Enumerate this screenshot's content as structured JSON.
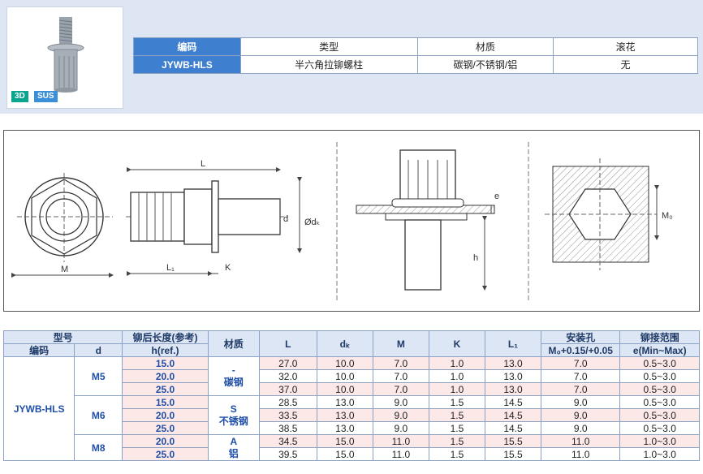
{
  "badges": {
    "b3d": "3D",
    "sus": "SUS"
  },
  "spec": {
    "headers": [
      "编码",
      "类型",
      "材质",
      "滚花"
    ],
    "row": [
      "JYWB-HLS",
      "半六角拉铆螺柱",
      "碳钢/不锈钢/铝",
      "无"
    ]
  },
  "drawing": {
    "labels": {
      "M": "M",
      "L": "L",
      "L1": "L₁",
      "K": "K",
      "d": "d",
      "dk": "Ødₖ",
      "e": "e",
      "h": "h",
      "M0": "M₀"
    }
  },
  "main": {
    "h_model": "型号",
    "h_code": "编码",
    "h_d": "d",
    "h_hlen": "铆后长度(参考)",
    "h_hlen2": "h(ref.)",
    "h_mat": "材质",
    "h_L": "L",
    "h_dk": "dₖ",
    "h_M": "M",
    "h_K": "K",
    "h_L1": "L₁",
    "h_hole": "安装孔",
    "h_hole2": "M₀+0.15/+0.05",
    "h_range": "铆接范围",
    "h_range2": "e(Min~Max)",
    "code": "JYWB-HLS",
    "d_values": [
      "M5",
      "M6",
      "M8"
    ],
    "materials": [
      {
        "code": "-",
        "name": "碳钢"
      },
      {
        "code": "S",
        "name": "不锈钢"
      },
      {
        "code": "A",
        "name": "铝"
      }
    ],
    "rows": [
      {
        "h": "15.0",
        "L": "27.0",
        "dk": "10.0",
        "M": "7.0",
        "K": "1.0",
        "L1": "13.0",
        "hole": "7.0",
        "range": "0.5~3.0"
      },
      {
        "h": "20.0",
        "L": "32.0",
        "dk": "10.0",
        "M": "7.0",
        "K": "1.0",
        "L1": "13.0",
        "hole": "7.0",
        "range": "0.5~3.0"
      },
      {
        "h": "25.0",
        "L": "37.0",
        "dk": "10.0",
        "M": "7.0",
        "K": "1.0",
        "L1": "13.0",
        "hole": "7.0",
        "range": "0.5~3.0"
      },
      {
        "h": "15.0",
        "L": "28.5",
        "dk": "13.0",
        "M": "9.0",
        "K": "1.5",
        "L1": "14.5",
        "hole": "9.0",
        "range": "0.5~3.0"
      },
      {
        "h": "20.0",
        "L": "33.5",
        "dk": "13.0",
        "M": "9.0",
        "K": "1.5",
        "L1": "14.5",
        "hole": "9.0",
        "range": "0.5~3.0"
      },
      {
        "h": "25.0",
        "L": "38.5",
        "dk": "13.0",
        "M": "9.0",
        "K": "1.5",
        "L1": "14.5",
        "hole": "9.0",
        "range": "0.5~3.0"
      },
      {
        "h": "20.0",
        "L": "34.5",
        "dk": "15.0",
        "M": "11.0",
        "K": "1.5",
        "L1": "15.5",
        "hole": "11.0",
        "range": "1.0~3.0"
      },
      {
        "h": "25.0",
        "L": "39.5",
        "dk": "15.0",
        "M": "11.0",
        "K": "1.5",
        "L1": "15.5",
        "hole": "11.0",
        "range": "1.0~3.0"
      }
    ]
  }
}
